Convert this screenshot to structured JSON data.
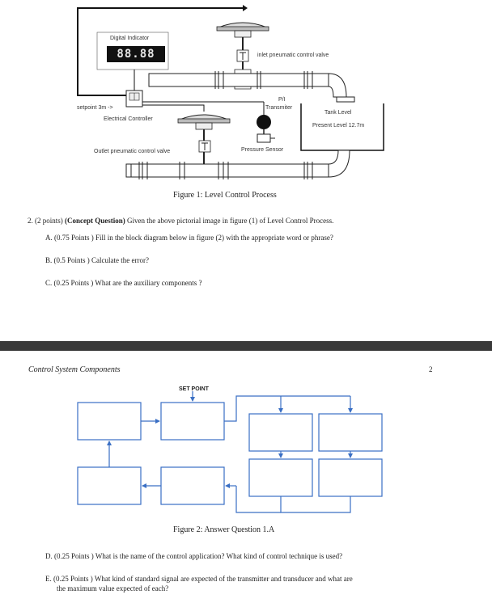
{
  "figure1": {
    "digital_indicator_label": "Digital Indicator",
    "digital_display": "88.88",
    "inlet_valve_label": "inlet pneumatic control valve",
    "setpoint_label": "setpoint 3m ->",
    "electrical_controller_label": "Electrical Controller",
    "pi_transmitter_line1": "P/I",
    "pi_transmitter_line2": "Transmiter",
    "tank_level_label": "Tank Level",
    "present_level_label": "Present Level 12.7m",
    "outlet_valve_label": "Outlet pneumatic control valve",
    "pressure_sensor_label": "Pressure Sensor",
    "caption": "Figure 1: Level Control Process"
  },
  "question2": {
    "intro_prefix": "2.  (2 points) ",
    "intro_bold": "(Concept Question)",
    "intro_suffix": " Given the above pictorial image in figure (1) of Level Control Process.",
    "item_a": "A.  (0.75 Points ) Fill in the block diagram below in figure (2) with the appropriate word or phrase?",
    "item_b": "B.  (0.5 Points ) Calculate the error?",
    "item_c": "C.  (0.25 Points ) What are the auxiliary components ?"
  },
  "page2": {
    "header": "Control System Components",
    "page_number": "2",
    "set_point_label": "SET POINT",
    "caption": "Figure 2: Answer Question 1.A",
    "item_d": "D.  (0.25 Points ) What is the name of the control application? What kind of control technique is used?",
    "item_e_line1": "E.  (0.25 Points ) What kind of standard signal are expected of the transmitter and transducer and what are",
    "item_e_line2": "the maximum value expected of each?"
  }
}
